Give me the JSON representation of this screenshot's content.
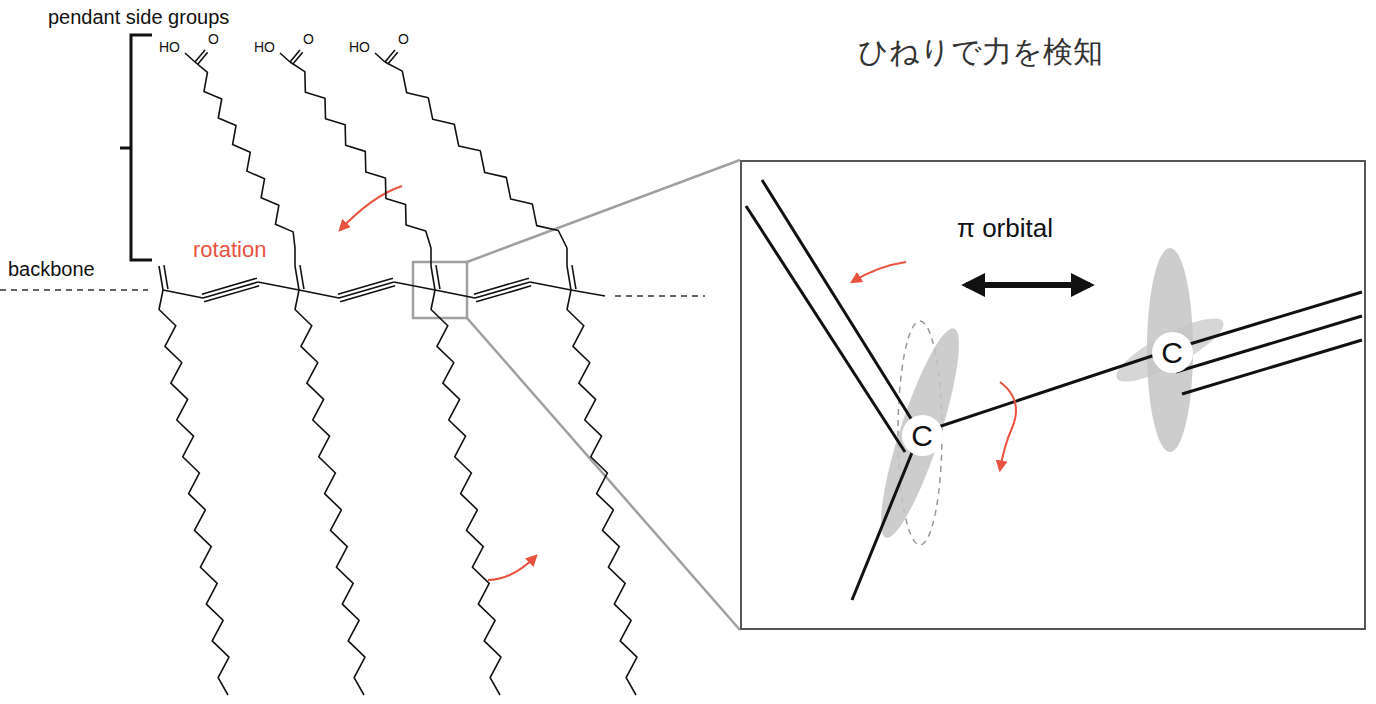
{
  "diagram": {
    "nodes": [
      {
        "text": [
          "π orbital",
          "C",
          "C"
        ]
      }
    ],
    "labels": [
      "pendant side groups",
      "HO",
      "O",
      "HO",
      "O",
      "HO",
      "O",
      "rotation",
      "backbone",
      "ひねりで力を検知"
    ]
  }
}
